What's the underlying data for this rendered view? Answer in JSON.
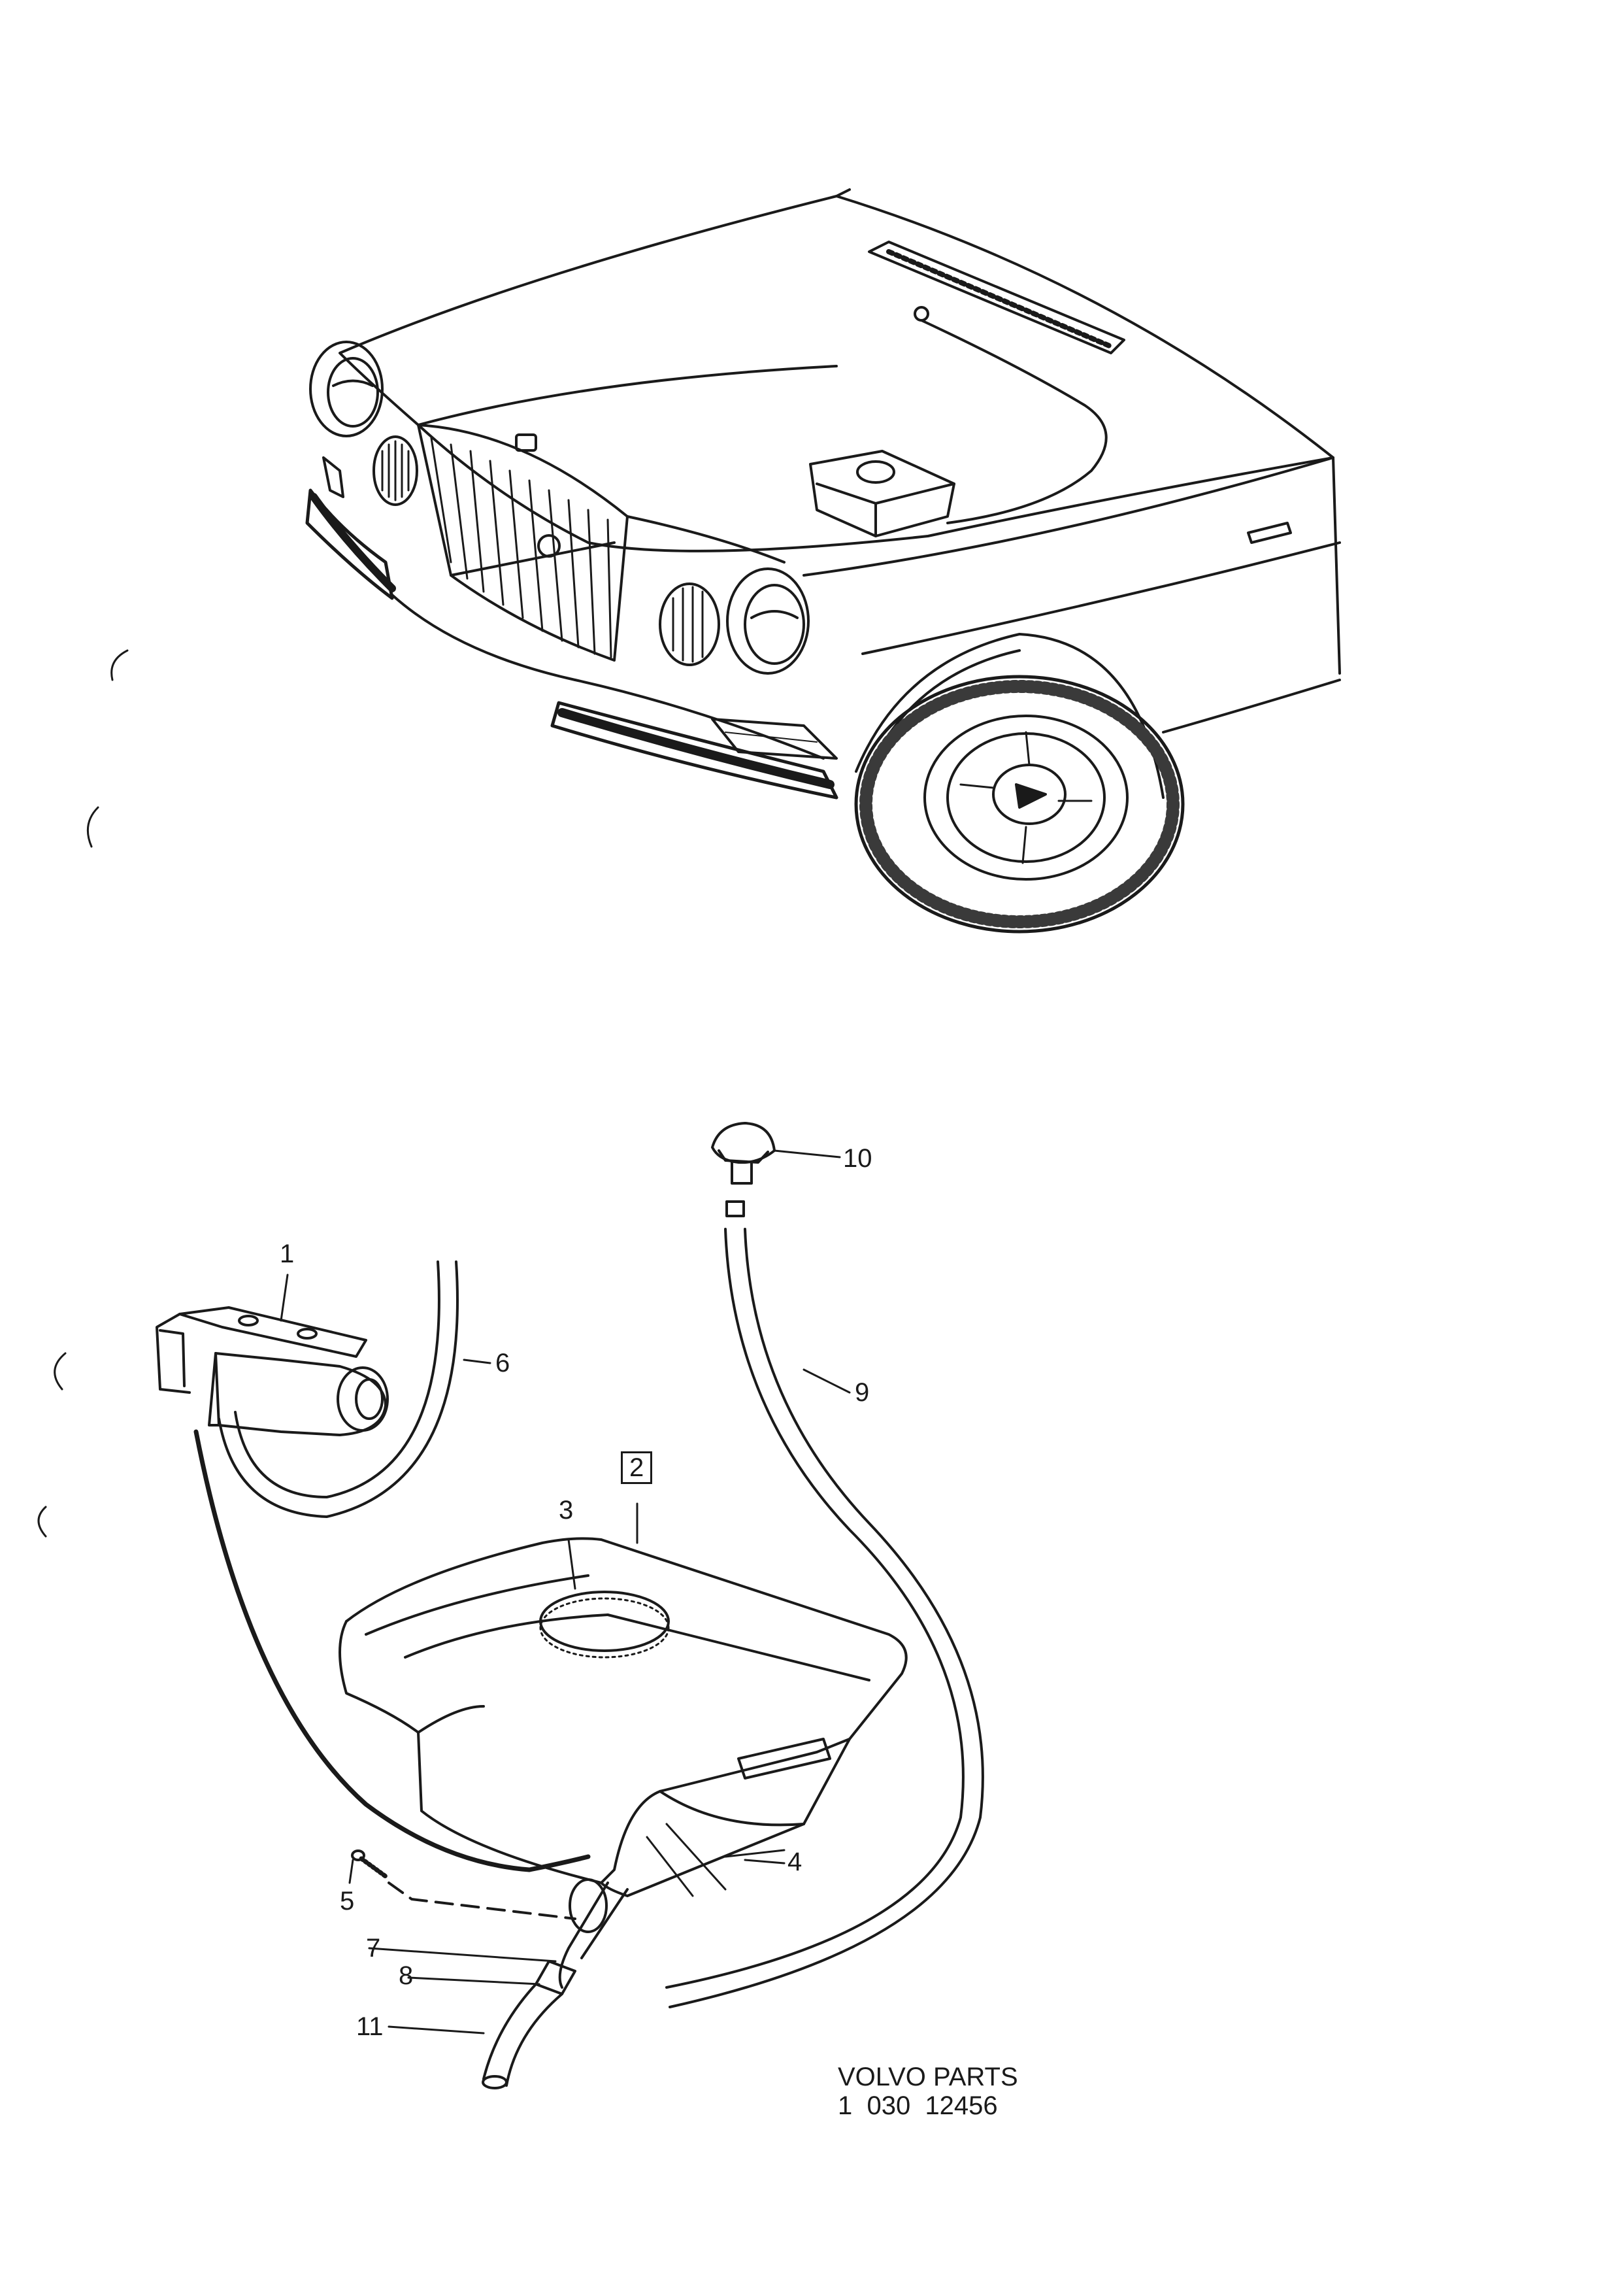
{
  "callouts": [
    {
      "key": "1",
      "text": "1"
    },
    {
      "key": "2",
      "text": "2"
    },
    {
      "key": "3",
      "text": "3"
    },
    {
      "key": "4",
      "text": "4"
    },
    {
      "key": "5",
      "text": "5"
    },
    {
      "key": "6",
      "text": "6"
    },
    {
      "key": "7",
      "text": "7"
    },
    {
      "key": "8",
      "text": "8"
    },
    {
      "key": "9",
      "text": "9"
    },
    {
      "key": "10",
      "text": "10"
    },
    {
      "key": "11",
      "text": "11"
    }
  ],
  "stamp": {
    "line1": "VOLVO PARTS",
    "line2": "1  030  12456"
  },
  "colors": {
    "ink": "#1a1a1a",
    "paper": "#ffffff"
  }
}
